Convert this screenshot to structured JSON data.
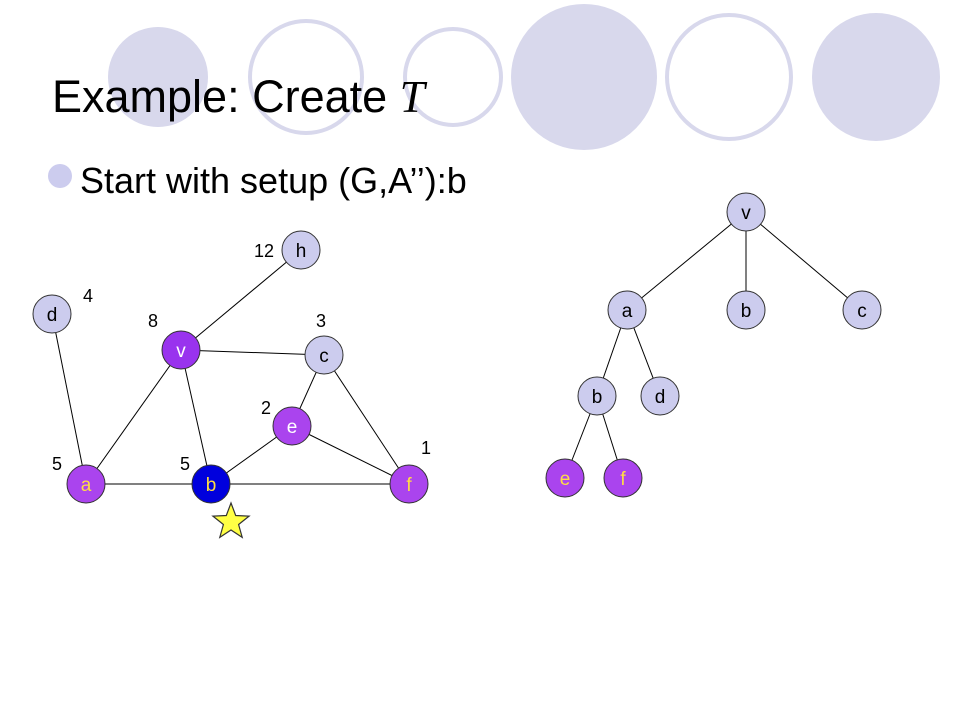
{
  "slide": {
    "title_prefix": "Example: Create ",
    "title_symbol": "T",
    "bullet": "Start with setup (G,A’’):b"
  },
  "colors": {
    "decor_fill": "#d8d8ec",
    "decor_ring": "#d8d8ec",
    "node_default": "#ccccee",
    "node_v": "#9933ee",
    "node_e": "#aa44ee",
    "node_a": "#aa44ee",
    "node_b": "#0000dd",
    "node_f": "#aa44ee",
    "label_yellow": "#ffdd44",
    "star": "#ffff44"
  },
  "graph": {
    "nodes": [
      {
        "id": "h",
        "label": "h",
        "weight": "12",
        "style": "default"
      },
      {
        "id": "d",
        "label": "d",
        "weight": "4",
        "style": "default"
      },
      {
        "id": "v",
        "label": "v",
        "weight": "8",
        "style": "v"
      },
      {
        "id": "c",
        "label": "c",
        "weight": "3",
        "style": "default"
      },
      {
        "id": "e",
        "label": "e",
        "weight": "2",
        "style": "e"
      },
      {
        "id": "a",
        "label": "a",
        "weight": "5",
        "style": "a"
      },
      {
        "id": "b",
        "label": "b",
        "weight": "5",
        "style": "b"
      },
      {
        "id": "f",
        "label": "f",
        "weight": "1",
        "style": "f"
      }
    ],
    "edges": [
      [
        "v",
        "h"
      ],
      [
        "v",
        "c"
      ],
      [
        "v",
        "a"
      ],
      [
        "v",
        "b"
      ],
      [
        "d",
        "a"
      ],
      [
        "c",
        "e"
      ],
      [
        "c",
        "f"
      ],
      [
        "e",
        "b"
      ],
      [
        "e",
        "f"
      ],
      [
        "a",
        "b"
      ],
      [
        "b",
        "f"
      ]
    ],
    "marked_node": "b"
  },
  "tree": {
    "nodes": [
      {
        "id": "v",
        "label": "v",
        "style": "default"
      },
      {
        "id": "a",
        "label": "a",
        "style": "default"
      },
      {
        "id": "b1",
        "label": "b",
        "style": "default"
      },
      {
        "id": "c",
        "label": "c",
        "style": "default"
      },
      {
        "id": "b2",
        "label": "b",
        "style": "default"
      },
      {
        "id": "d",
        "label": "d",
        "style": "default"
      },
      {
        "id": "e",
        "label": "e",
        "style": "e"
      },
      {
        "id": "f",
        "label": "f",
        "style": "f"
      }
    ],
    "edges": [
      [
        "v",
        "a"
      ],
      [
        "v",
        "b1"
      ],
      [
        "v",
        "c"
      ],
      [
        "a",
        "b2"
      ],
      [
        "a",
        "d"
      ],
      [
        "b2",
        "e"
      ],
      [
        "b2",
        "f"
      ]
    ]
  }
}
